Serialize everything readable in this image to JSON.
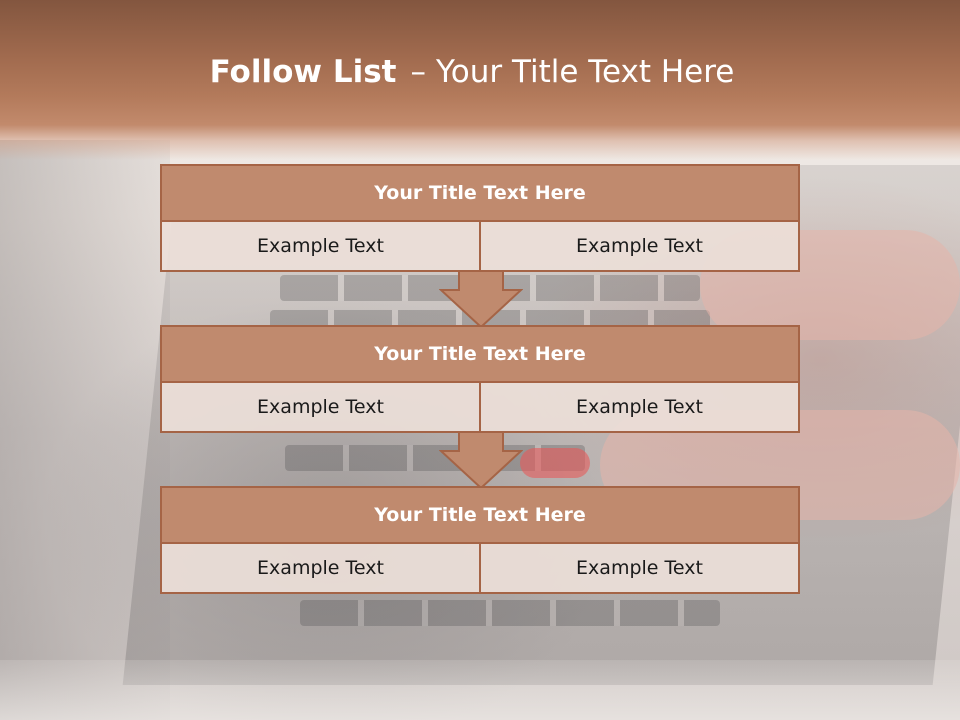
{
  "slide": {
    "title_bold": "Follow List",
    "title_separator": "–",
    "title_rest": "Your Title Text Here"
  },
  "blocks": [
    {
      "heading": "Your Title Text Here",
      "left_text": "Example Text",
      "right_text": "Example Text"
    },
    {
      "heading": "Your Title Text Here",
      "left_text": "Example Text",
      "right_text": "Example Text"
    },
    {
      "heading": "Your Title Text Here",
      "left_text": "Example Text",
      "right_text": "Example Text"
    }
  ],
  "colors": {
    "header_band": "#a06a4e",
    "block_heading_fill": "#c08a6e",
    "block_border": "#a56446",
    "cell_fill": "#ecded8",
    "arrow_fill": "#c08a6e"
  },
  "icons": {
    "connector": "down-arrow-icon"
  }
}
